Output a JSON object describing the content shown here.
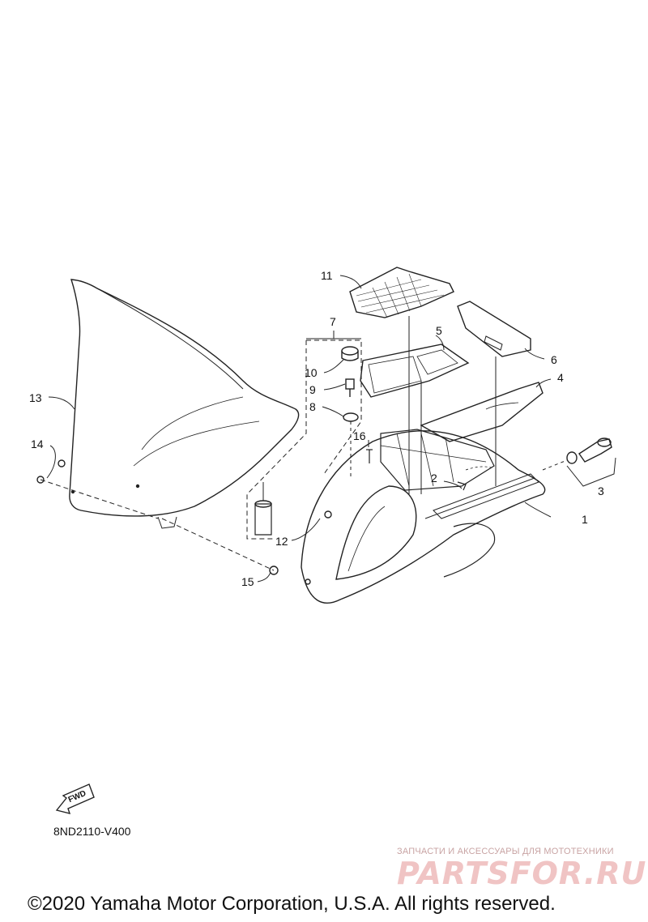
{
  "diagram": {
    "code": "8ND2110-V400",
    "fwd_label": "FWD",
    "callouts": [
      "1",
      "2",
      "3",
      "4",
      "5",
      "6",
      "7",
      "8",
      "9",
      "10",
      "11",
      "12",
      "13",
      "14",
      "15",
      "16"
    ]
  },
  "watermark": {
    "tagline": "ЗАПЧАСТИ И АКСЕССУАРЫ ДЛЯ МОТОТЕХНИКИ",
    "logo": "PARTSFOR.RU"
  },
  "copyright": "©2020 Yamaha Motor Corporation, U.S.A. All rights reserved."
}
